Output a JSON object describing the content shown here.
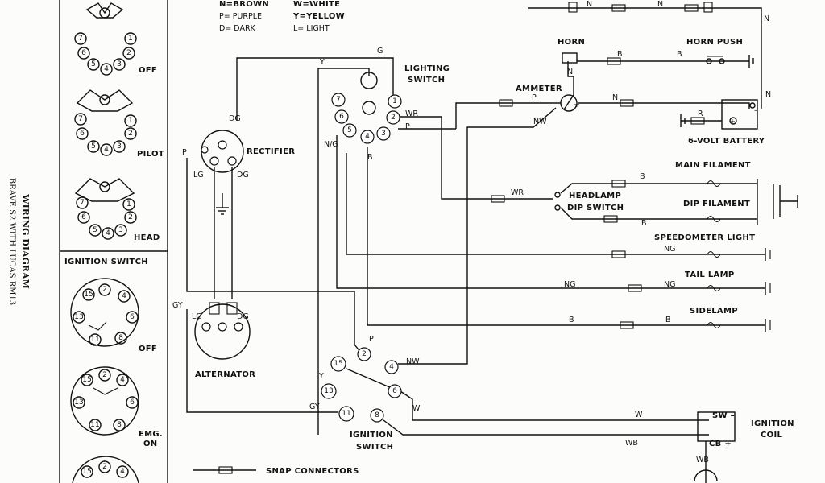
{
  "title": "WIRING DIAGRAM",
  "subtitle": "BRAVE S2 WITH LUCAS RM13",
  "legend": {
    "brown": "N=BROWN",
    "purple": "P= PURPLE",
    "dark": "D= DARK",
    "white": "W=WHITE",
    "yellow": "Y=YELLOW",
    "light": "L= LIGHT"
  },
  "lighting_positions": [
    "OFF",
    "PILOT",
    "HEAD"
  ],
  "ignition_panel_title": "IGNITION SWITCH",
  "ignition_positions": [
    "OFF",
    "EMG.",
    "ON"
  ],
  "components": {
    "lighting_switch": [
      "LIGHTING",
      "SWITCH"
    ],
    "rectifier": "RECTIFIER",
    "alternator": "ALTERNATOR",
    "horn": "HORN",
    "horn_push": "HORN PUSH",
    "ammeter": "AMMETER",
    "battery": "6-VOLT BATTERY",
    "main_filament": "MAIN FILAMENT",
    "dip_filament": "DIP FILAMENT",
    "headlamp_dip_switch": [
      "HEADLAMP",
      "DIP SWITCH"
    ],
    "speedometer_light": "SPEEDOMETER LIGHT",
    "tail_lamp": "TAIL LAMP",
    "sidelamp": "SIDELAMP",
    "ignition_switch": [
      "IGNITION",
      "SWITCH"
    ],
    "ignition_coil": [
      "IGNITION",
      "COIL"
    ],
    "coil_sw": "SW –",
    "coil_cb": "CB +",
    "snap_connectors": "SNAP CONNECTORS"
  },
  "wire_labels": {
    "g": "G",
    "y": "Y",
    "n": "N",
    "b": "B",
    "p": "P",
    "wr": "WR",
    "nw": "NW",
    "ng": "NG",
    "w": "W",
    "wb": "WB",
    "gy": "GY",
    "dg": "DG",
    "lg": "LG",
    "r": "R",
    "n_over_g": "N/G",
    "plus": "+",
    "minus": "–"
  },
  "terminals": {
    "ls_top": "1",
    "ls_2": "2",
    "ls_3": "3",
    "ls_4": "4",
    "ls_5": "5",
    "ls_6": "6",
    "ls_7": "7",
    "is_2": "2",
    "is_4": "4",
    "is_15": "15",
    "is_6": "6",
    "is_13": "13",
    "is_11": "11",
    "is_8": "8"
  },
  "colors": {
    "ink": "#111111",
    "paper": "#fcfcfa"
  }
}
